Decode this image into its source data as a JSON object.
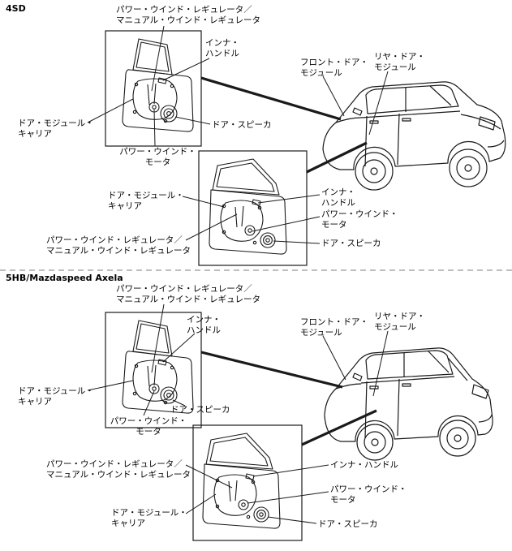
{
  "style": {
    "background": "#ffffff",
    "line_color": "#1a1a1a",
    "divider_color": "#999999"
  },
  "sections": {
    "sedan": {
      "title": "4SD",
      "front_door": {
        "regulator": "パワー・ウインド・レギュレータ／\nマニュアル・ウインド・レギュレータ",
        "inner_handle": "インナ・\nハンドル",
        "module_carrier": "ドア・モジュール・\nキャリア",
        "window_motor": "パワー・ウインド・\nモータ",
        "speaker": "ドア・スピーカ"
      },
      "rear_door": {
        "module_carrier": "ドア・モジュール・\nキャリア",
        "regulator": "パワー・ウインド・レギュレータ／\nマニュアル・ウインド・レギュレータ",
        "inner_handle": "インナ・\nハンドル",
        "window_motor": "パワー・ウインド・\nモータ",
        "speaker": "ドア・スピーカ"
      },
      "car": {
        "front_module": "フロント・ドア・\nモジュール",
        "rear_module": "リヤ・ドア・\nモジュール"
      }
    },
    "hatch": {
      "title": "5HB/Mazdaspeed Axela",
      "front_door": {
        "regulator": "パワー・ウインド・レギュレータ／\nマニュアル・ウインド・レギュレータ",
        "inner_handle": "インナ・\nハンドル",
        "module_carrier": "ドア・モジュール・\nキャリア",
        "window_motor": "パワー・ウインド・\nモータ",
        "speaker": "ドア・スピーカ"
      },
      "rear_door": {
        "regulator": "パワー・ウインド・レギュレータ／\nマニュアル・ウインド・レギュレータ",
        "inner_handle": "インナ・ハンドル",
        "window_motor": "パワー・ウインド・\nモータ",
        "speaker": "ドア・スピーカ",
        "module_carrier": "ドア・モジュール・\nキャリア"
      },
      "car": {
        "front_module": "フロント・ドア・\nモジュール",
        "rear_module": "リヤ・ドア・\nモジュール"
      }
    }
  }
}
